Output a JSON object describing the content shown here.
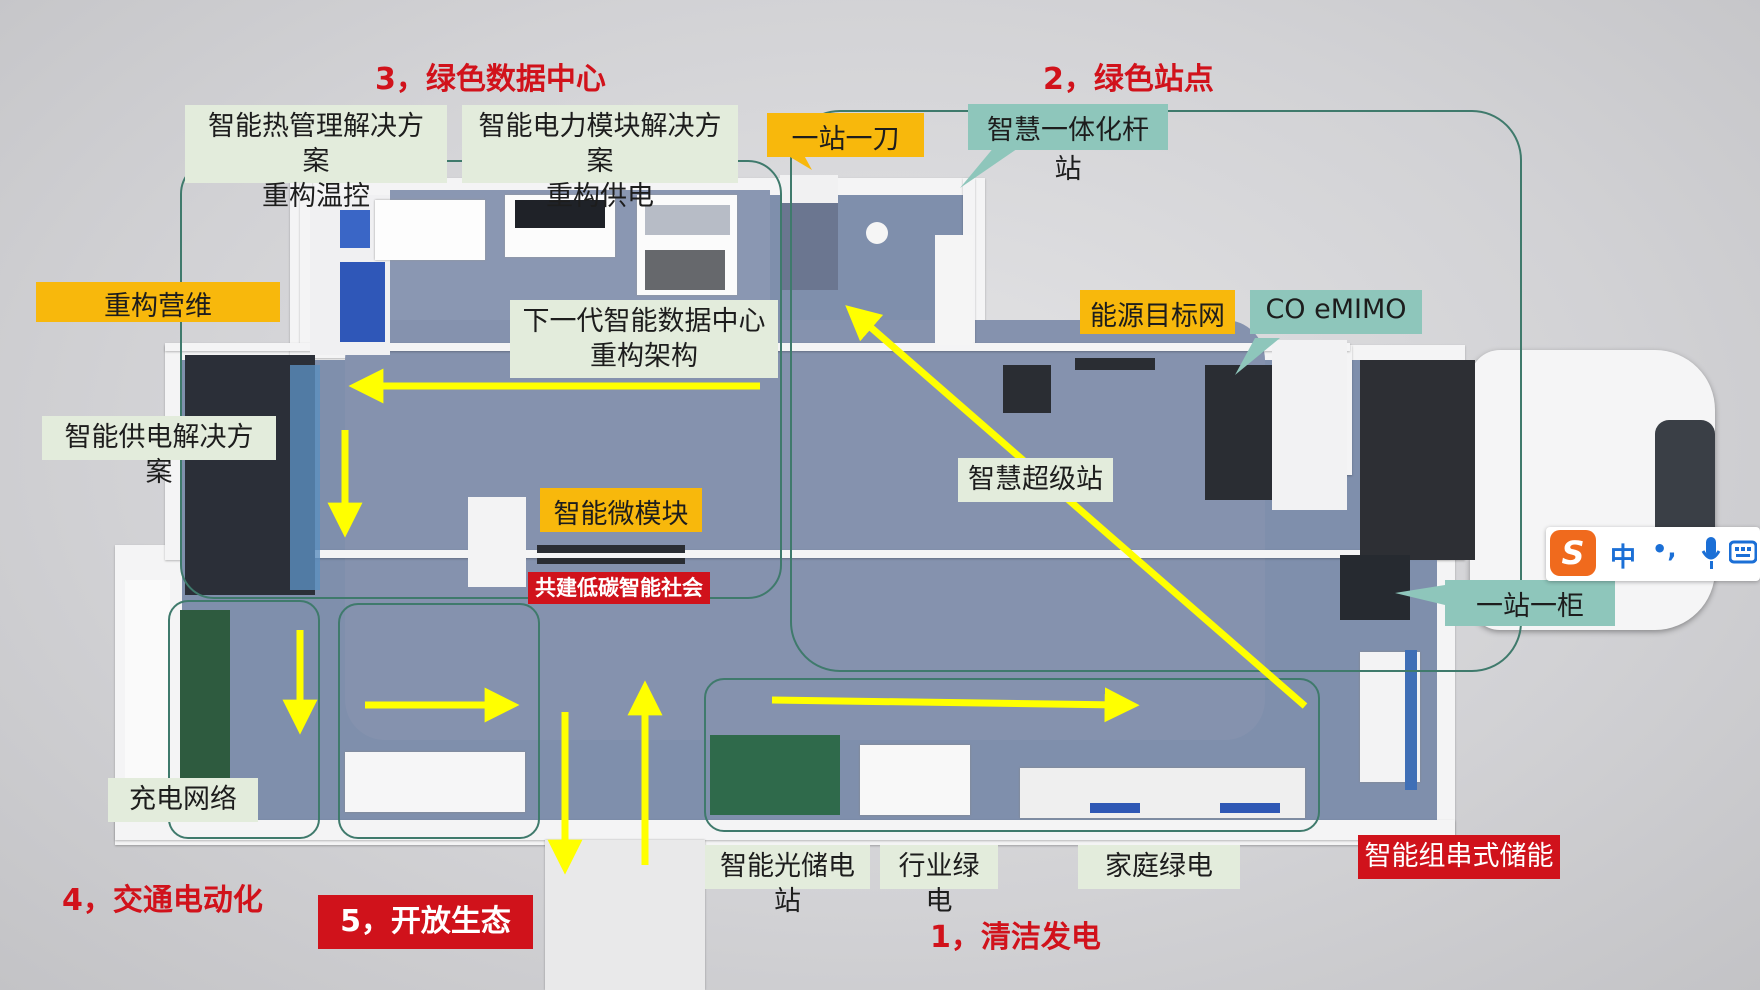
{
  "titles": {
    "green_datacenter": "3，绿色数据中心",
    "green_site": "2，绿色站点",
    "transport": "4，交通电动化",
    "open_ecosystem": "5，开放生态",
    "clean_power": "1，清洁发电"
  },
  "labels": {
    "thermal": [
      "智能热管理解决方案",
      "重构温控"
    ],
    "power_module": [
      "智能电力模块解决方案",
      "重构供电"
    ],
    "one_site_blade": "一站一刀",
    "smart_pole": "智慧一体化杆站",
    "restructure_ops": "重构营维",
    "next_gen_dc": [
      "下一代智能数据中心",
      "重构架构"
    ],
    "energy_target_net": "能源目标网",
    "co_emimo": "CO eMIMO",
    "power_supply_solution": "智能供电解决方案",
    "super_site": "智慧超级站",
    "micro_module": "智能微模块",
    "low_carbon": "共建低碳智能社会",
    "one_site_cabinet": "一站一柜",
    "charging_network": "充电网络",
    "pv_storage": "智能光储电站",
    "industry_green": "行业绿电",
    "home_green": "家庭绿电",
    "string_storage": "智能组串式储能"
  },
  "ime_toolbar": {
    "logo": "S",
    "mode": "中",
    "punct": "•,"
  },
  "colors": {
    "title_red": "#d1121b",
    "arrow_yellow": "#ffff00",
    "label_green": "#e3ecdc",
    "label_teal": "#8ec6bb",
    "label_orange": "#f8b80c",
    "zone_line": "#3f7a6c",
    "floor": "#7f8fac"
  },
  "icons": [
    "mic-icon",
    "keyboard-icon"
  ]
}
